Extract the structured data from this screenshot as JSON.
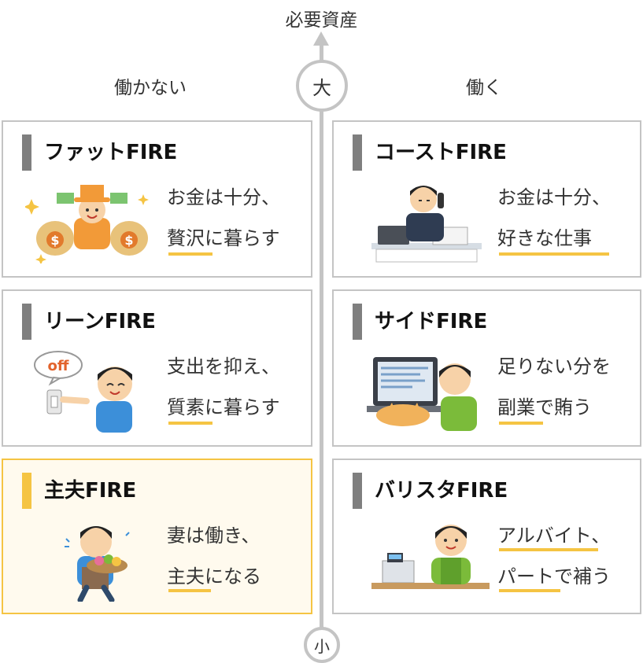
{
  "axis": {
    "top_label": "必要資産",
    "high_label": "大",
    "low_label": "小"
  },
  "columns": {
    "left_label": "働かない",
    "right_label": "働く"
  },
  "cards": [
    {
      "title": "ファットFIRE",
      "line1": "お金は十分、",
      "line2": "贅沢に暮らす",
      "highlighted": false
    },
    {
      "title": "コーストFIRE",
      "line1": "お金は十分、",
      "line2": "好きな仕事",
      "highlighted": false
    },
    {
      "title": "リーンFIRE",
      "line1": "支出を抑え、",
      "line2": "質素に暮らす",
      "highlighted": false
    },
    {
      "title": "サイドFIRE",
      "line1": "足りない分を",
      "line2": "副業で賄う",
      "highlighted": false
    },
    {
      "title": "主夫FIRE",
      "line1": "妻は働き、",
      "line2": "主夫になる",
      "highlighted": true
    },
    {
      "title": "バリスタFIRE",
      "line1": "アルバイト、",
      "line2": "パートで補う",
      "highlighted": false
    }
  ],
  "illustrations": {
    "off_switch_label": "off",
    "money_symbol": "$"
  },
  "colors": {
    "accent": "#f5c443",
    "border": "#c4c4c4",
    "bar": "#7f7f7f",
    "highlight_bg": "#fffaee"
  }
}
